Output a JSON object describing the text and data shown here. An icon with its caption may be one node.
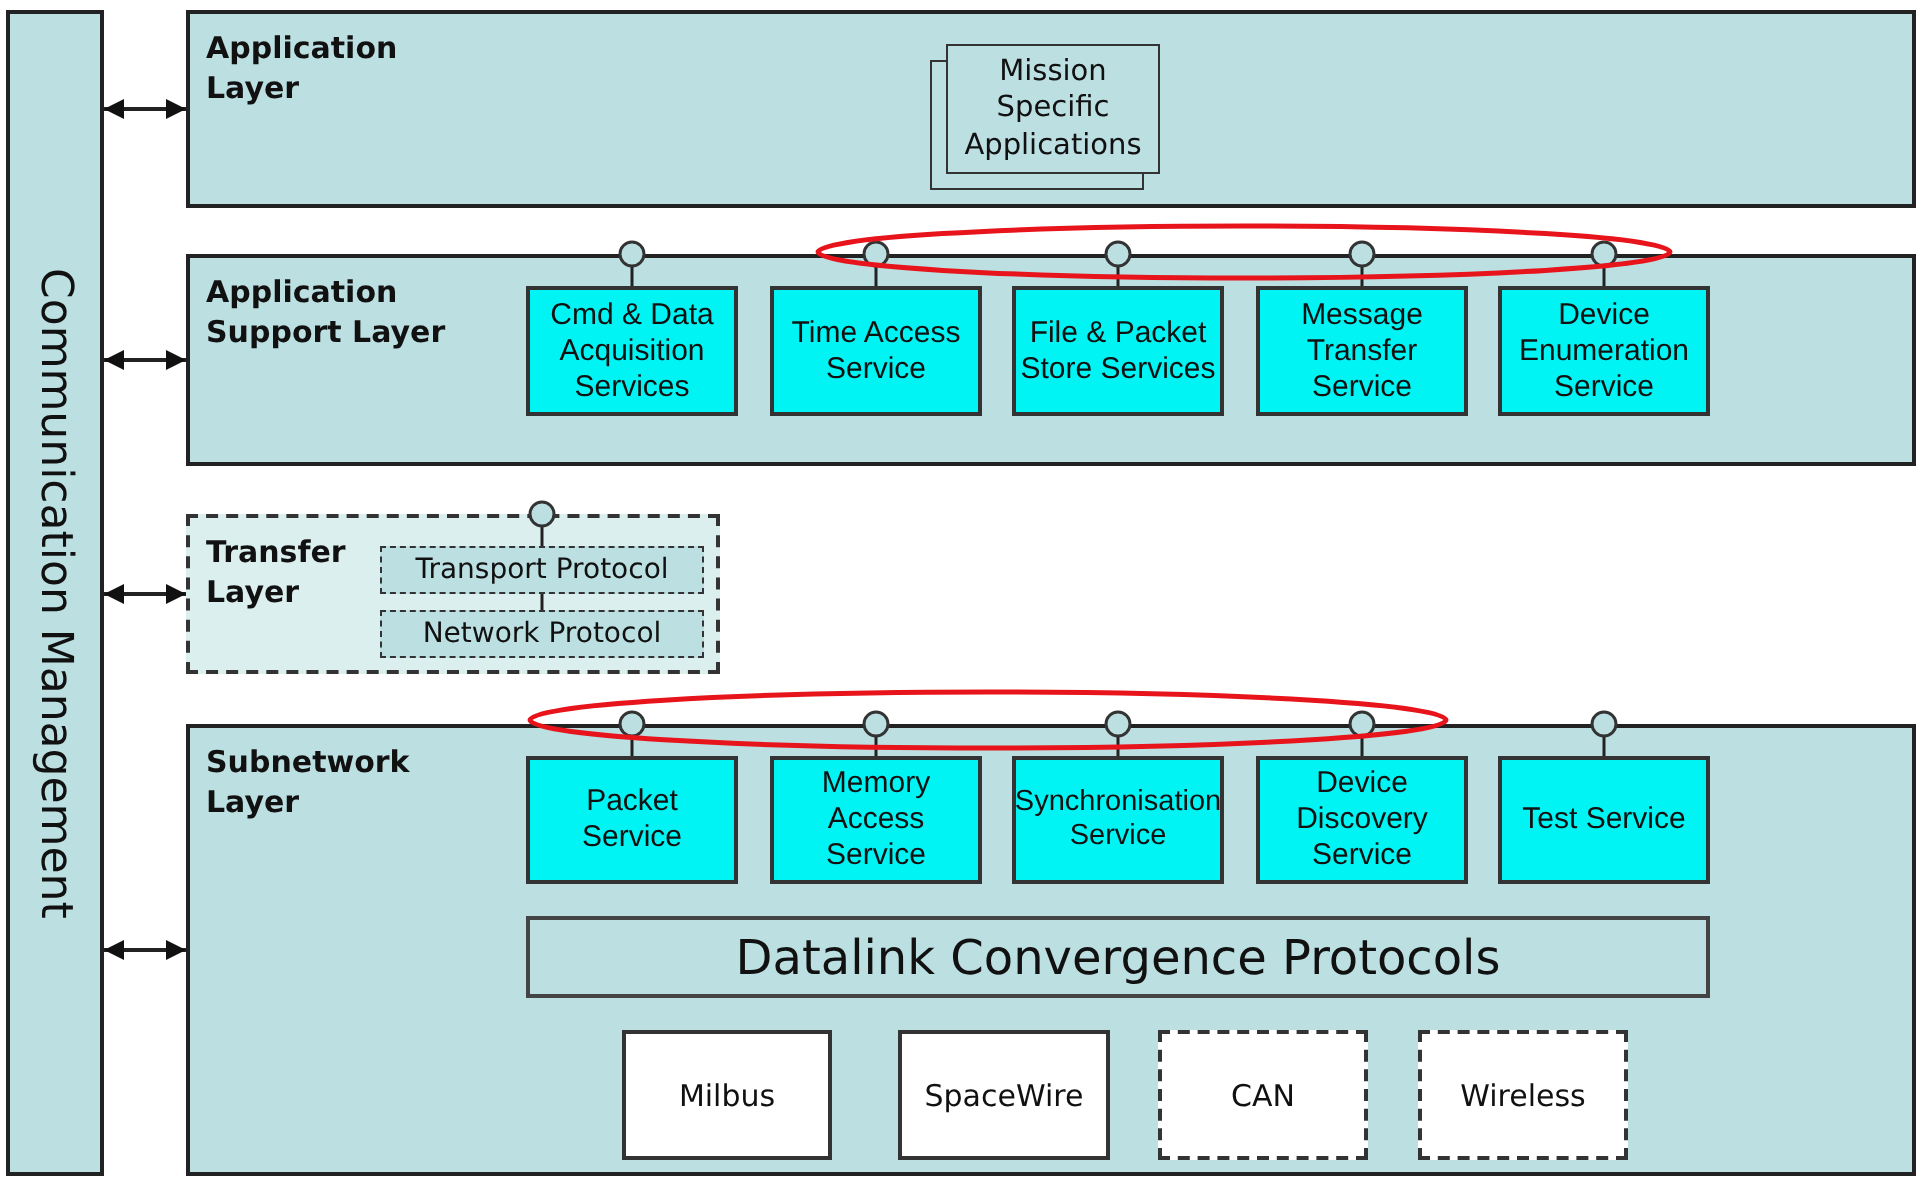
{
  "diagram": {
    "nodes": [
      {
        "text": [
          "Communication Management"
        ]
      },
      {
        "text": [
          "Application Layer"
        ]
      },
      {
        "text": [
          "Mission Specific Applications"
        ],
        "in": 1
      },
      {
        "text": [
          "Application Support Layer"
        ]
      },
      {
        "text": [
          "Cmd & Data Acquisition Services"
        ],
        "in": 3
      },
      {
        "text": [
          "Time Access Service"
        ],
        "in": 3
      },
      {
        "text": [
          "File & Packet Store Services"
        ],
        "in": 3
      },
      {
        "text": [
          "Message Transfer Service"
        ],
        "in": 3
      },
      {
        "text": [
          "Device Enumeration Service"
        ],
        "in": 3
      },
      {
        "text": [
          "Transfer Layer"
        ]
      },
      {
        "text": [
          "Transport Protocol"
        ],
        "in": 9
      },
      {
        "text": [
          "Network Protocol"
        ],
        "in": 9
      },
      {
        "text": [
          "Subnetwork Layer"
        ]
      },
      {
        "text": [
          "Packet Service"
        ],
        "in": 12
      },
      {
        "text": [
          "Memory Access Service"
        ],
        "in": 12
      },
      {
        "text": [
          "Synchronisation Service"
        ],
        "in": 12
      },
      {
        "text": [
          "Device Discovery Service"
        ],
        "in": 12
      },
      {
        "text": [
          "Test Service"
        ],
        "in": 12
      },
      {
        "text": [
          "Datalink Convergence Protocols"
        ],
        "in": 12
      },
      {
        "text": [
          "Milbus"
        ],
        "in": 12
      },
      {
        "text": [
          "SpaceWire"
        ],
        "in": 12
      },
      {
        "text": [
          "CAN"
        ],
        "in": 12
      },
      {
        "text": [
          "Wireless"
        ],
        "in": 12
      }
    ],
    "edges": [
      {
        "from": 0,
        "to": 1,
        "arrow": "both"
      },
      {
        "from": 0,
        "to": 3,
        "arrow": "both"
      },
      {
        "from": 0,
        "to": 9,
        "arrow": "both"
      },
      {
        "from": 0,
        "to": 12,
        "arrow": "both"
      },
      {
        "from": 4,
        "to": 3,
        "arrow": "other"
      },
      {
        "from": 5,
        "to": 3,
        "arrow": "other"
      },
      {
        "from": 6,
        "to": 3,
        "arrow": "other"
      },
      {
        "from": 7,
        "to": 3,
        "arrow": "other"
      },
      {
        "from": 8,
        "to": 3,
        "arrow": "other"
      },
      {
        "from": 10,
        "to": 9,
        "arrow": "other"
      },
      {
        "from": 10,
        "to": 11,
        "arrow": "none"
      },
      {
        "from": 13,
        "to": 12,
        "arrow": "other"
      },
      {
        "from": 14,
        "to": 12,
        "arrow": "other"
      },
      {
        "from": 15,
        "to": 12,
        "arrow": "other"
      },
      {
        "from": 16,
        "to": 12,
        "arrow": "other"
      },
      {
        "from": 17,
        "to": 12,
        "arrow": "other"
      }
    ]
  }
}
